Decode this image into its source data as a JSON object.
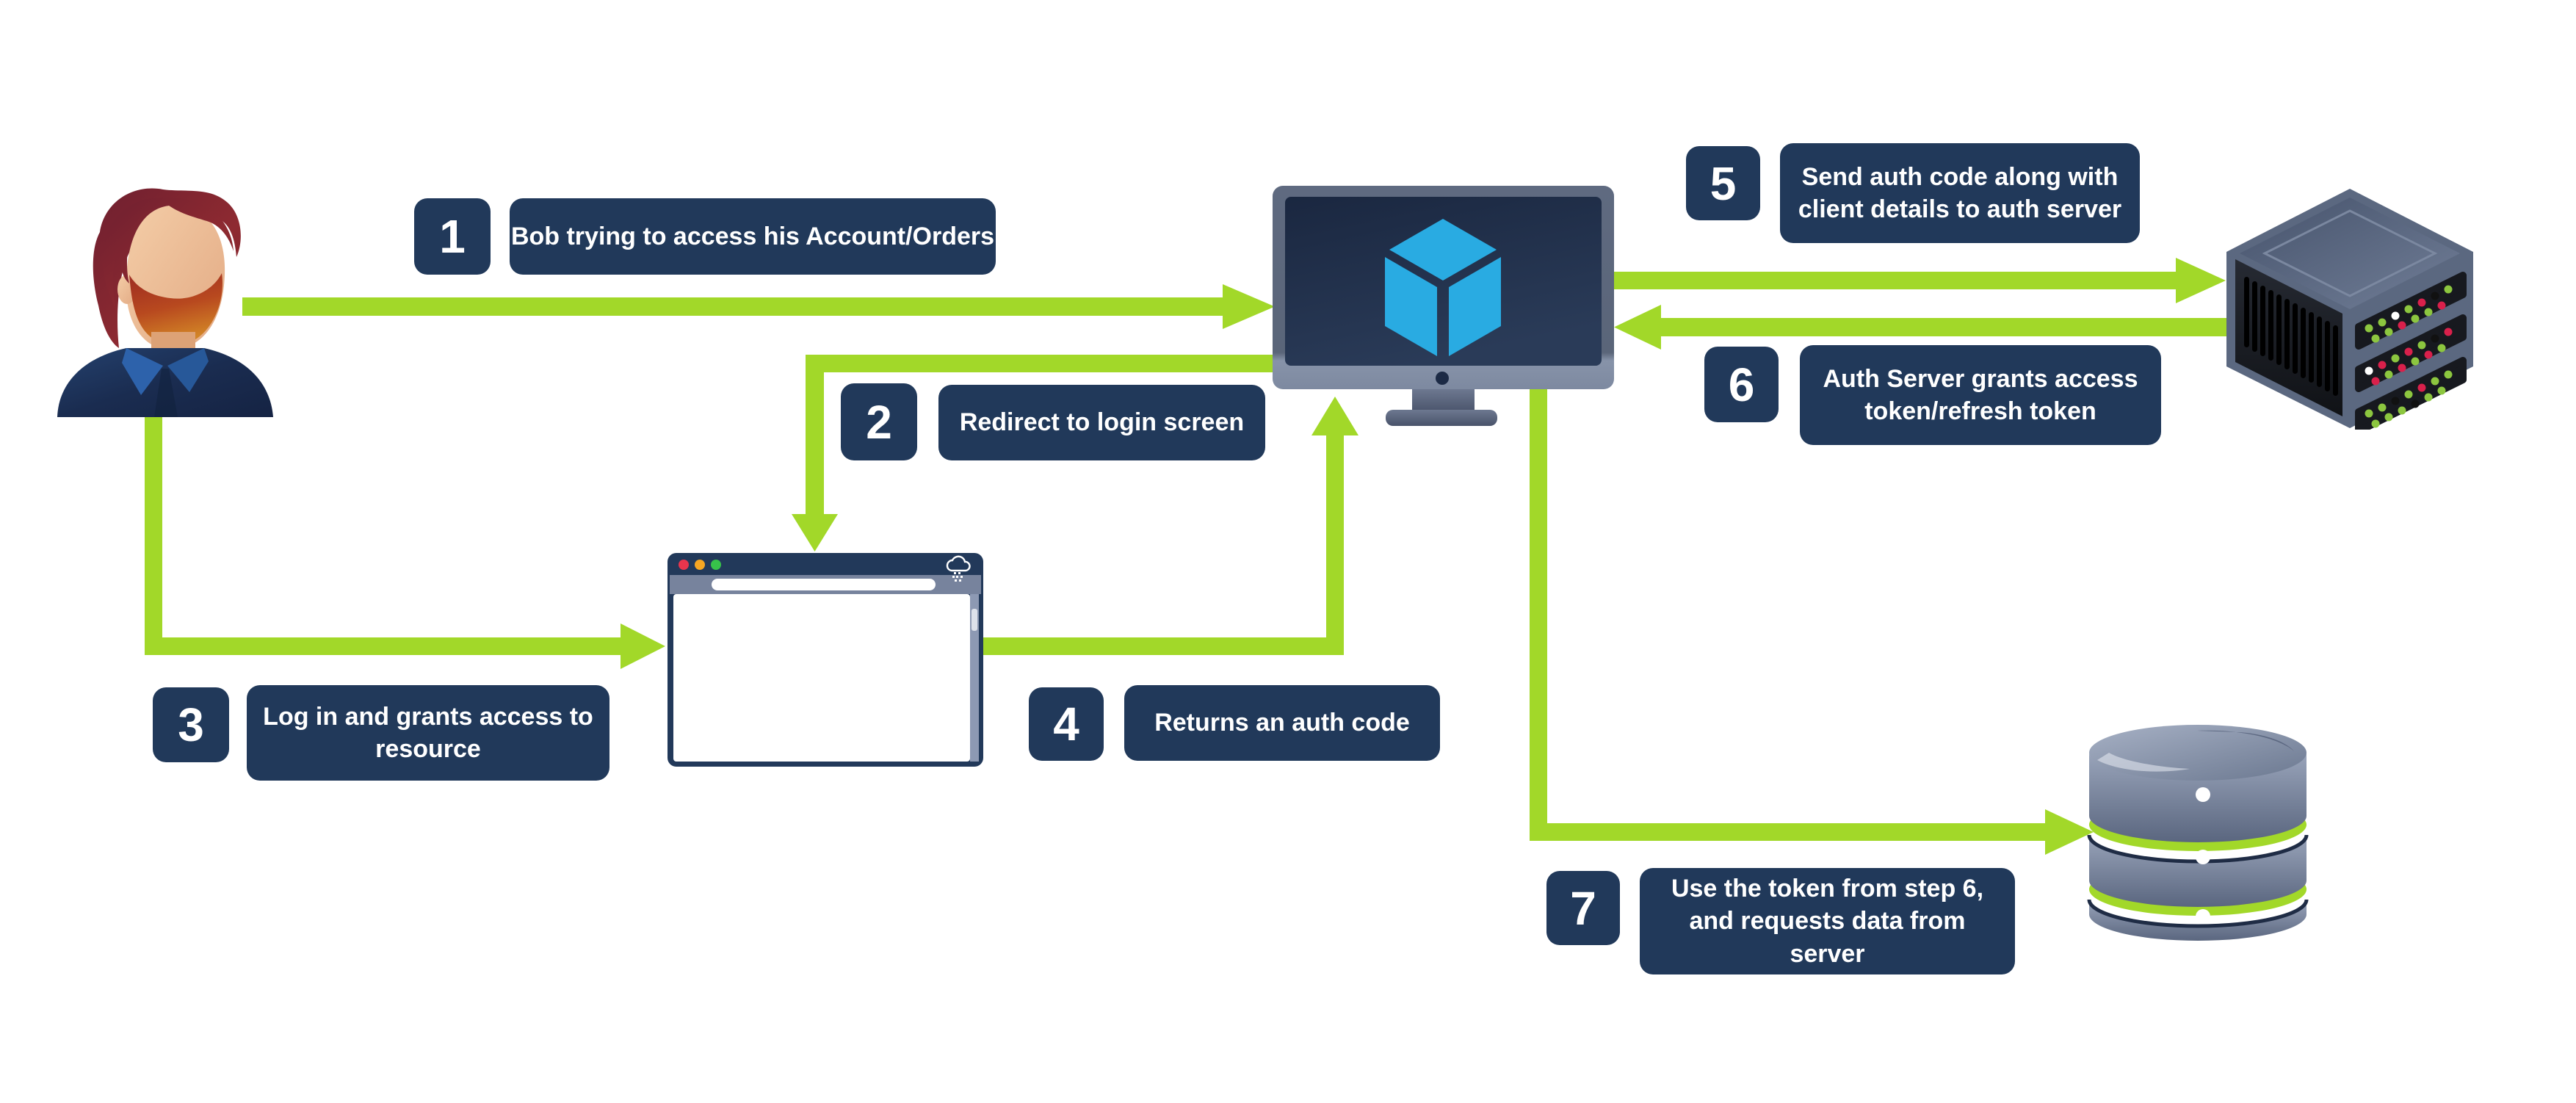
{
  "diagram_type": "oauth-flow-diagram",
  "steps": [
    {
      "num": "1",
      "label": "Bob trying to access his Account/Orders"
    },
    {
      "num": "2",
      "label": "Redirect to login screen"
    },
    {
      "num": "3",
      "label": "Log in and grants access to resource"
    },
    {
      "num": "4",
      "label": "Returns an auth code"
    },
    {
      "num": "5",
      "label": "Send auth code along with client details to auth server"
    },
    {
      "num": "6",
      "label": "Auth Server grants access token/refresh token"
    },
    {
      "num": "7",
      "label": "Use the token from step 6, and requests data from server"
    }
  ],
  "nodes": [
    {
      "icon": "user-icon",
      "role": "resource owner (Bob)"
    },
    {
      "icon": "monitor-icon",
      "role": "client application"
    },
    {
      "icon": "browser-icon",
      "role": "login screen"
    },
    {
      "icon": "server-icon",
      "role": "auth server"
    },
    {
      "icon": "database-icon",
      "role": "resource server"
    }
  ],
  "colors": {
    "arrow_green": "#a2d829",
    "panel_navy": "#21395a",
    "label_text": "#ffffff",
    "cube_blue": "#29abe2",
    "led_green": "#8cc63f",
    "led_red": "#d9204b"
  }
}
